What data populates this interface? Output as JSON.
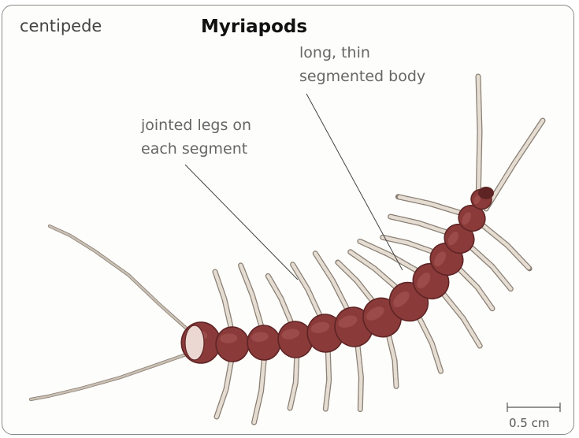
{
  "figure": {
    "corner_label": "centipede",
    "title": "Myriapods",
    "annotation_body": [
      "long, thin",
      "segmented body"
    ],
    "annotation_legs": [
      "jointed legs on",
      "each segment"
    ],
    "scale_label": "0.5 cm"
  },
  "colors": {
    "body": "#8b3a3a",
    "body_dark": "#5e2424",
    "leg": "#e6ddd2",
    "leg_outline": "#8a7f74",
    "antenna": "#c9bfb3",
    "leader_line": "#444444"
  }
}
